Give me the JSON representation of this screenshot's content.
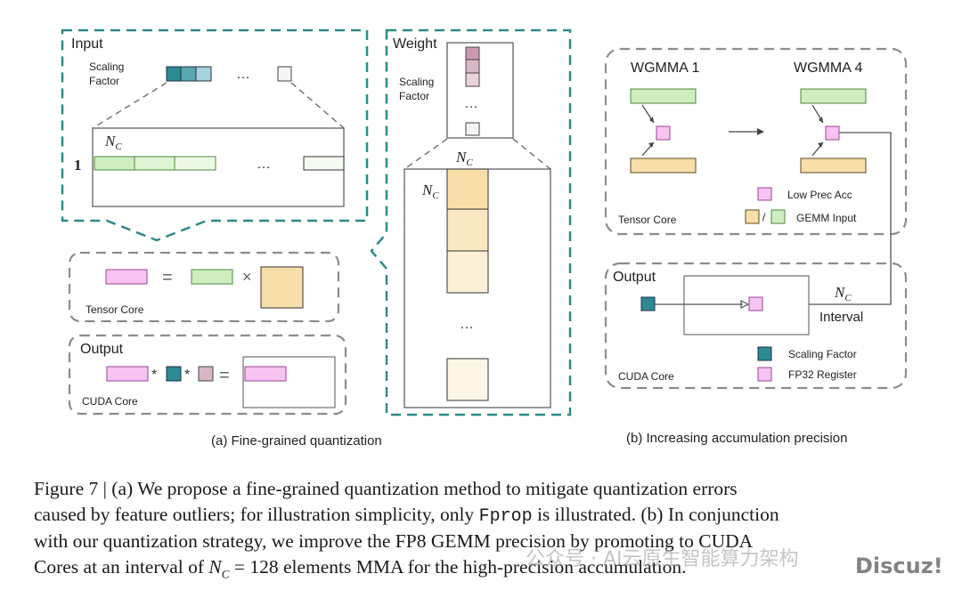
{
  "colors": {
    "dash_teal": "#2e8a88",
    "dash_gray": "#8c8c8c",
    "green_fill": "#cfeec0",
    "green_stroke": "#4b8a3c",
    "orange_fill": "#f8dfaa",
    "pink_fill": "#f7c4f2",
    "pink_stroke": "#9b3f97",
    "teal_fill": "#2c8a94",
    "mauve_fill": "#d8b6c6"
  },
  "panel_a": {
    "input_label": "Input",
    "scaling_factor_label_line1": "Scaling",
    "scaling_factor_label_line2": "Factor",
    "ellipsis": "…",
    "nc_symbol": "N",
    "nc_subscript": "C",
    "row_number": "1",
    "weight_label": "Weight",
    "weight_scaling_line1": "Scaling",
    "weight_scaling_line2": "Factor",
    "equals": "=",
    "times": "×",
    "asterisk": "*",
    "tensor_core_label": "Tensor Core",
    "output_label": "Output",
    "cuda_core_label": "CUDA Core",
    "caption": "(a) Fine-grained quantization"
  },
  "panel_b": {
    "wgmma1": "WGMMA 1",
    "wgmma4": "WGMMA 4",
    "legend_low_prec": "Low Prec Acc",
    "legend_slash": "/",
    "legend_gemm_input": "GEMM Input",
    "tensor_core_label": "Tensor Core",
    "output_label": "Output",
    "nc_symbol": "N",
    "nc_subscript": "C",
    "interval_label": "Interval",
    "legend_scaling_factor": "Scaling Factor",
    "legend_fp32": "FP32 Register",
    "cuda_core_label": "CUDA Core",
    "caption": "(b) Increasing accumulation precision"
  },
  "figure_caption": {
    "l1": "Figure 7 | (a) We propose a fine-grained quantization method to mitigate quantization errors",
    "l2a": "caused by feature outliers; for illustration simplicity, only ",
    "l2_code": "Fprop",
    "l2b": " is illustrated. (b) In conjunction",
    "l3": "with our quantization strategy, we improve the FP8 GEMM precision by promoting to CUDA",
    "l4a": "Cores at an interval of ",
    "l4_nc": "N",
    "l4_sub": "C",
    "l4b": " = 128 elements MMA for the high-precision accumulation."
  },
  "watermark": {
    "text1": "公众号 · AI云原生智能算力架构",
    "text2": "Discuz!"
  }
}
